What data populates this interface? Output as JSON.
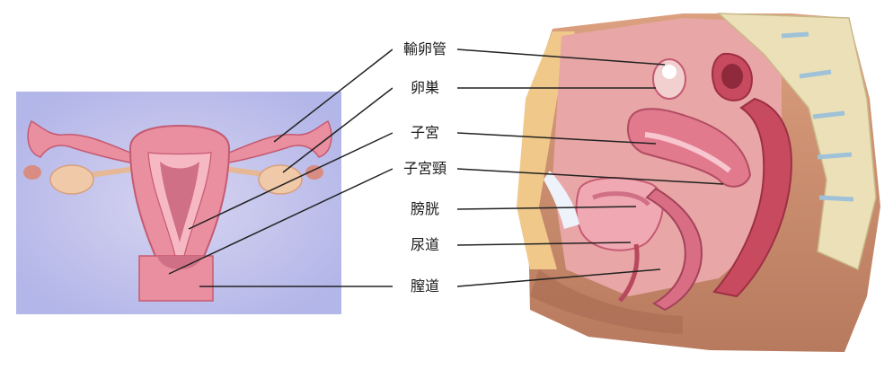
{
  "labels": {
    "fallopian_tube": "輸卵管",
    "ovary": "卵巣",
    "uterus": "子宮",
    "cervix": "子宮頸",
    "bladder": "膀胱",
    "urethra": "尿道",
    "vagina": "膣道"
  },
  "colors": {
    "panel_bg": "#b3b6e8",
    "organ_pink": "#e98fa0",
    "organ_dark": "#c55a72",
    "ovary": "#f0c9a9",
    "skin": "#cf9778",
    "fat": "#f0c98a",
    "spine": "#ece0b8",
    "leader": "#222222"
  }
}
